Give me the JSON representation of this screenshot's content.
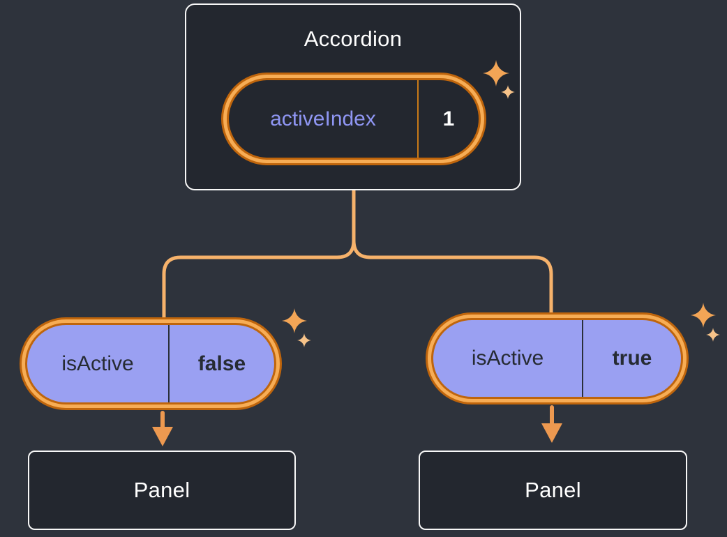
{
  "colors": {
    "background": "#2e333c",
    "box_fill": "#23272f",
    "box_border": "#f8f8f8",
    "title_text": "#ffffff",
    "ring_dark": "#bf650c",
    "ring_light": "#f7ad55",
    "state_pill_fill": "#23272f",
    "state_name": "#8f96f3",
    "state_value": "#ffffff",
    "state_divider": "#c97a18",
    "prop_pill_fill": "#9aa0f2",
    "prop_text": "#262b33",
    "prop_divider": "#2b303a",
    "connector": "#f6b26b",
    "arrow": "#ed9950",
    "sparkle_big": "#f3a556",
    "sparkle_small": "#f7c389"
  },
  "accordion": {
    "title": "Accordion",
    "state": {
      "name": "activeIndex",
      "value": "1"
    }
  },
  "left_branch": {
    "prop": {
      "name": "isActive",
      "value": "false"
    },
    "panel": {
      "title": "Panel"
    }
  },
  "right_branch": {
    "prop": {
      "name": "isActive",
      "value": "true"
    },
    "panel": {
      "title": "Panel"
    }
  },
  "icons": {
    "sparkle": "four-point-star"
  }
}
